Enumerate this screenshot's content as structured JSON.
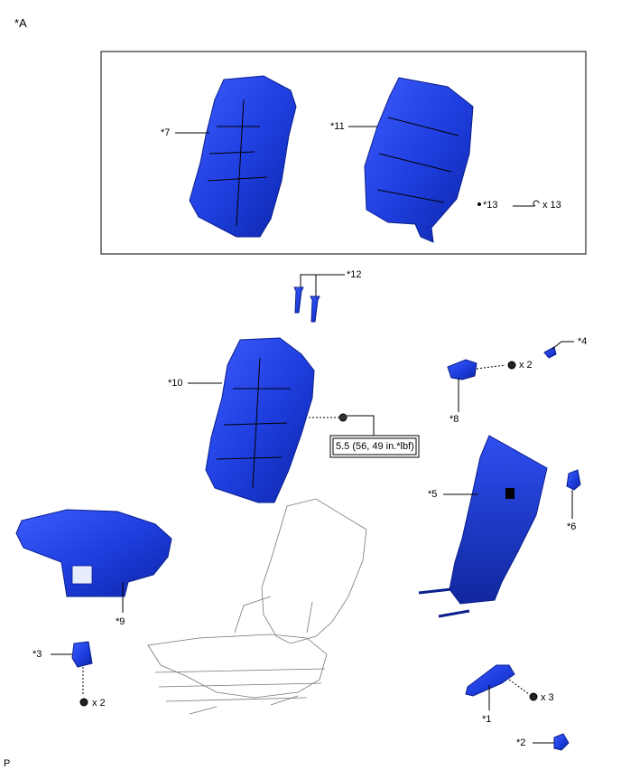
{
  "view_label": "*A",
  "corner_label": "P",
  "callouts": {
    "c1": "*1",
    "c2": "*2",
    "c3": "*3",
    "c4": "*4",
    "c5": "*5",
    "c6": "*6",
    "c7": "*7",
    "c8": "*8",
    "c9": "*9",
    "c10": "*10",
    "c11": "*11",
    "c12": "*12",
    "c13": "*13"
  },
  "quantities": {
    "q13": "x 13",
    "q8": "x 2",
    "q3": "x 2",
    "q1": "x 3"
  },
  "torque_spec": "5.5 (56, 49 in.*lbf)",
  "colors": {
    "part_blue": "#1f3fe0",
    "part_dark": "#0a1f8c"
  }
}
